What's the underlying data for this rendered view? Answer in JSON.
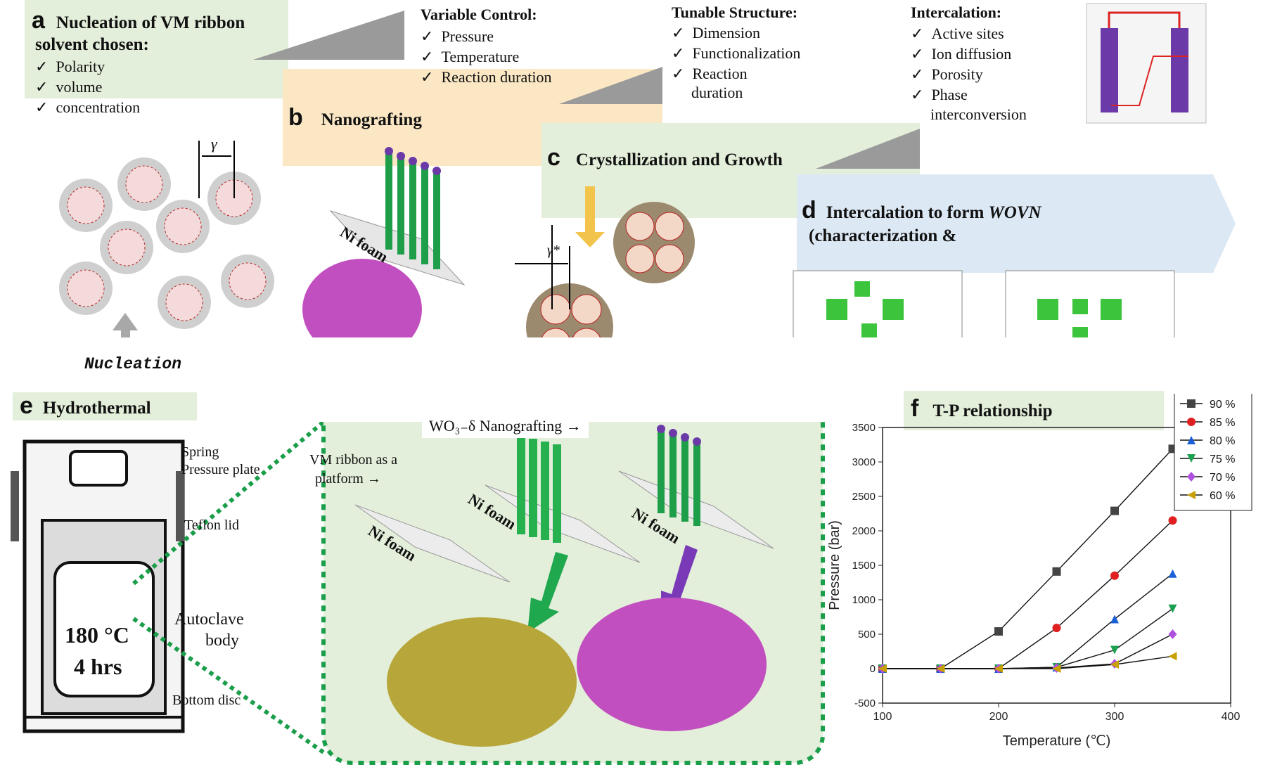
{
  "panel_a": {
    "letter": "a",
    "title_line1": "Nucleation of VM ribbon",
    "title_line2": "solvent chosen:",
    "items": [
      "Polarity",
      "volume",
      "concentration"
    ],
    "arrow_label": "Nucleation",
    "gap_symbol": "γ"
  },
  "panel_b": {
    "letter": "b",
    "title": "Nanografting",
    "control_title": "Variable Control:",
    "control_items": [
      "Pressure",
      "Temperature",
      "Reaction duration"
    ],
    "ni_foam": "Ni foam"
  },
  "panel_c": {
    "letter": "c",
    "title": "Crystallization and Growth",
    "tunable_title": "Tunable Structure:",
    "tunable_items": [
      "Dimension",
      "Functionalization",
      "Reaction",
      "duration"
    ],
    "gap_symbol": "γ*"
  },
  "panel_d": {
    "letter": "d",
    "title_line1": "Intercalation to form ",
    "title_italic": "WOVN",
    "title_line2": "(characterization &",
    "intercalation_title": "Intercalation:",
    "intercalation_items": [
      "Active sites",
      "Ion diffusion",
      "Porosity",
      "Phase",
      "interconversion"
    ]
  },
  "panel_e": {
    "letter": "e",
    "title": "Hydrothermal",
    "labels": {
      "spring": "Spring",
      "pressure_plate": "Pressure plate",
      "teflon_lid": "Teflon lid",
      "autoclave_1": "Autoclave",
      "autoclave_2": "body",
      "bottom_disc": "Bottom disc"
    },
    "temp": "180 °C",
    "time": "4 hrs",
    "nanografting_label": "WO₃₋δ Nanografting →",
    "platform_line1": "VM ribbon as a",
    "platform_line2": "platform →",
    "ni_foam": "Ni foam"
  },
  "panel_f": {
    "letter": "f",
    "title": "T-P relationship"
  },
  "chart_data": {
    "type": "line",
    "title": "T-P relationship",
    "xlabel": "Temperature (℃)",
    "ylabel": "Pressure (bar)",
    "xlim": [
      100,
      400
    ],
    "ylim": [
      -500,
      3500
    ],
    "xticks": [
      100,
      200,
      300,
      400
    ],
    "yticks": [
      -500,
      0,
      500,
      1000,
      1500,
      2000,
      2500,
      3000,
      3500
    ],
    "x": [
      100,
      150,
      200,
      250,
      300,
      350
    ],
    "legend_position": "top-right",
    "series": [
      {
        "name": "90 %",
        "marker": "square",
        "color": "#444444",
        "values": [
          0,
          0,
          540,
          1410,
          2290,
          3190
        ]
      },
      {
        "name": "85 %",
        "marker": "circle",
        "color": "#e02020",
        "values": [
          0,
          0,
          0,
          590,
          1350,
          2150
        ]
      },
      {
        "name": "80 %",
        "marker": "triangle-up",
        "color": "#1a5fd6",
        "values": [
          0,
          0,
          0,
          20,
          720,
          1380
        ]
      },
      {
        "name": "75 %",
        "marker": "triangle-down",
        "color": "#1aa050",
        "values": [
          0,
          0,
          0,
          20,
          270,
          870
        ]
      },
      {
        "name": "70 %",
        "marker": "diamond",
        "color": "#b050e0",
        "values": [
          0,
          0,
          0,
          10,
          70,
          500
        ]
      },
      {
        "name": "60 %",
        "marker": "triangle-left",
        "color": "#c8a000",
        "values": [
          0,
          0,
          0,
          0,
          60,
          180
        ]
      }
    ]
  }
}
